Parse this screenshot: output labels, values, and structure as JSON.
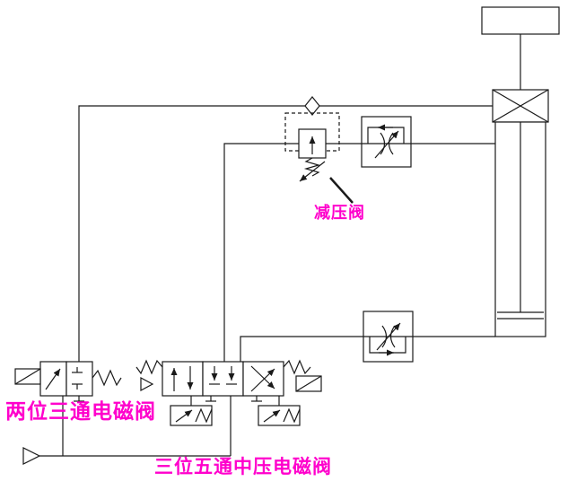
{
  "diagram": {
    "type": "pneumatic-circuit",
    "labels": {
      "reducing_valve": "减压阀",
      "two_position_three_way_valve": "两位三通电磁阀",
      "three_position_five_way_valve": "三位五通中压电磁阀"
    },
    "colors": {
      "label_text": "#ff00cc",
      "line": "#1a1a1a",
      "background": "#ffffff"
    },
    "components": [
      {
        "name": "air-source",
        "symbol": "triangle"
      },
      {
        "name": "two-position-three-way-solenoid-valve"
      },
      {
        "name": "three-position-five-way-mid-pressure-solenoid-valve"
      },
      {
        "name": "pilot-valve-left"
      },
      {
        "name": "pilot-valve-right"
      },
      {
        "name": "pressure-reducing-valve"
      },
      {
        "name": "one-way-flow-control-valve-upper"
      },
      {
        "name": "one-way-flow-control-valve-lower"
      },
      {
        "name": "cylinder-with-load"
      }
    ]
  }
}
